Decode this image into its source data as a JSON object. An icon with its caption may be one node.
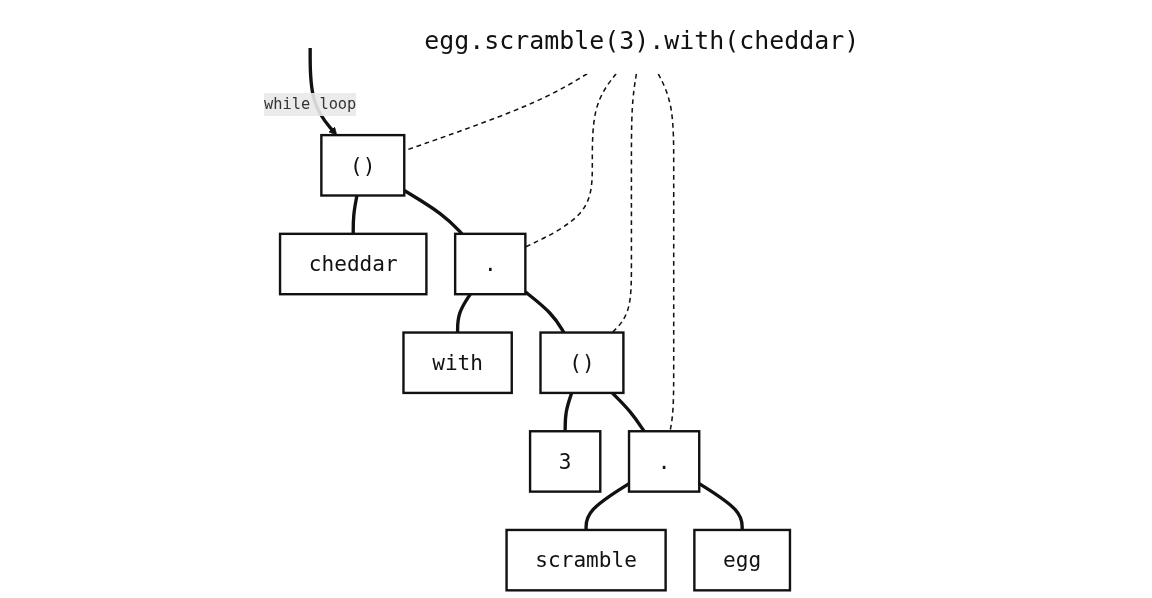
{
  "diagram": {
    "nodes": [
      {
        "text": [
          "egg.scramble(3).with(cheddar)"
        ]
      },
      {
        "text": [
          "()"
        ]
      },
      {
        "text": [
          "."
        ]
      },
      {
        "text": [
          "cheddar"
        ]
      },
      {
        "text": [
          "()"
        ]
      },
      {
        "text": [
          "with"
        ]
      },
      {
        "text": [
          "."
        ]
      },
      {
        "text": [
          "3"
        ]
      },
      {
        "text": [
          "egg"
        ]
      },
      {
        "text": [
          "scramble"
        ]
      }
    ],
    "edges": [
      {
        "from": 1,
        "to": 2,
        "arrow": "none"
      },
      {
        "from": 1,
        "to": 3,
        "arrow": "none"
      },
      {
        "from": 2,
        "to": 4,
        "arrow": "none"
      },
      {
        "from": 2,
        "to": 5,
        "arrow": "none"
      },
      {
        "from": 4,
        "to": 6,
        "arrow": "none"
      },
      {
        "from": 4,
        "to": 7,
        "arrow": "none"
      },
      {
        "from": 6,
        "to": 8,
        "arrow": "none"
      },
      {
        "from": 6,
        "to": 9,
        "arrow": "none"
      },
      {
        "from": 0,
        "to": 6,
        "arrow": "none",
        "style": "dashed"
      },
      {
        "from": 0,
        "to": 4,
        "arrow": "none",
        "style": "dashed"
      },
      {
        "from": 0,
        "to": 2,
        "arrow": "none",
        "style": "dashed"
      },
      {
        "from": 0,
        "to": 1,
        "arrow": "none",
        "style": "dashed"
      },
      {
        "from": null,
        "to": 1,
        "arrow": "to",
        "label": "while loop"
      }
    ]
  }
}
